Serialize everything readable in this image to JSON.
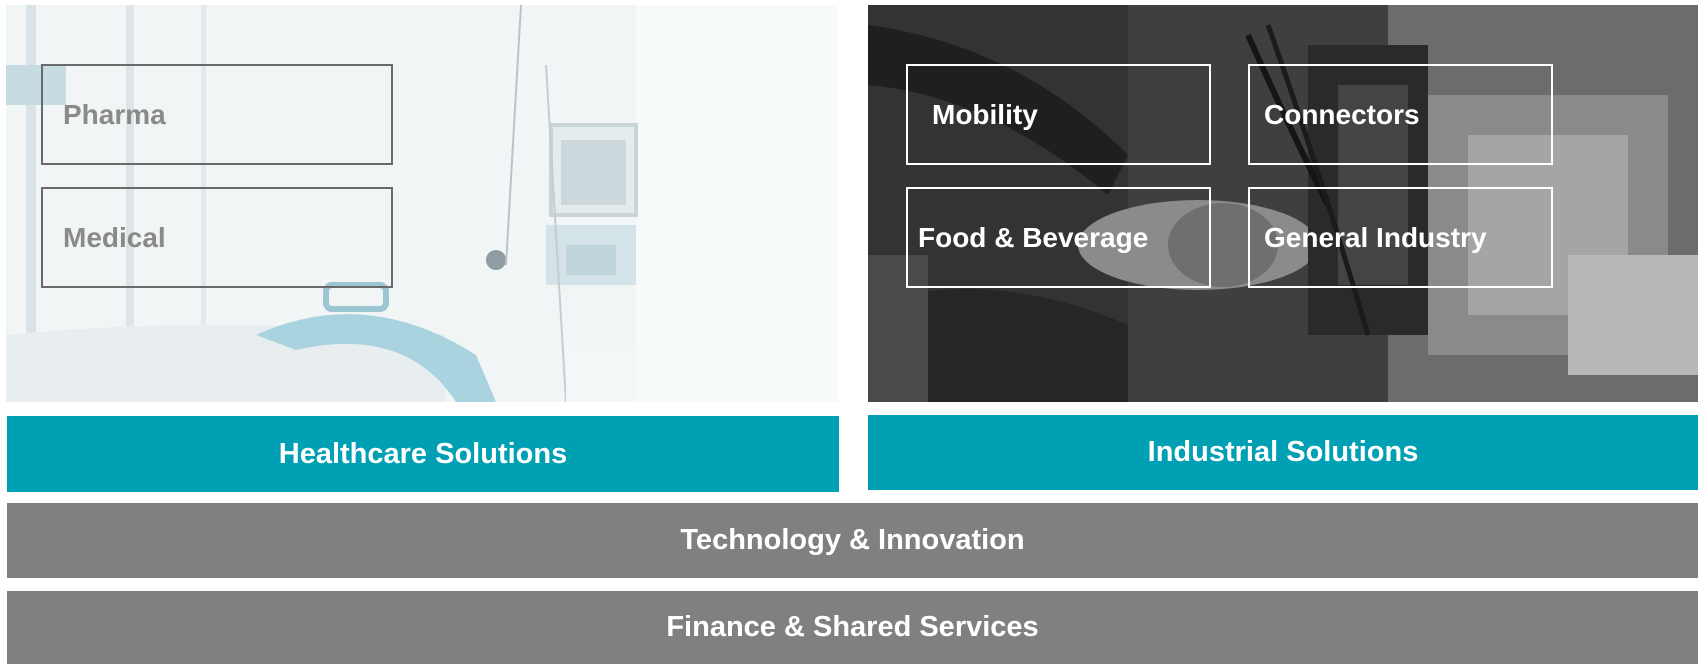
{
  "healthcare": {
    "tiles": [
      "Pharma",
      "Medical"
    ],
    "bar_label": "Healthcare Solutions"
  },
  "industrial": {
    "tiles": [
      "Mobility",
      "Connectors",
      "Food & Beverage",
      "General Industry"
    ],
    "bar_label": "Industrial Solutions"
  },
  "shared": {
    "technology_label": "Technology & Innovation",
    "finance_label": "Finance & Shared Services"
  },
  "colors": {
    "teal": "#00a0b4",
    "gray": "#808080"
  }
}
